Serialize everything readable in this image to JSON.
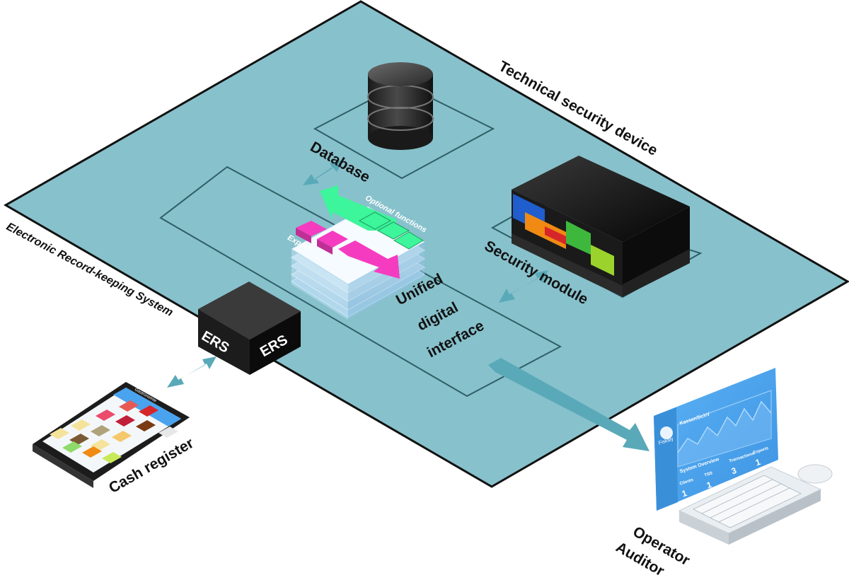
{
  "labels": {
    "technical_security_device": "Technical security device",
    "electronic_record_keeping": "Electronic Record-keeping System",
    "database": "Database",
    "security_module": "Security module",
    "unified_digital_interface": [
      "Unified",
      "digital",
      "interface"
    ],
    "optional_functions": "Optional functions",
    "export": "Export",
    "ers_front": "ERS",
    "ers_side": "ERS",
    "cash_register": "Cash register",
    "operator": "Operator",
    "auditor": "Auditor"
  },
  "monitor": {
    "brand": "Fiskaly",
    "chart_title": "KassenSichV",
    "overview_title": "System Overview",
    "stats": [
      {
        "label": "Clients",
        "value": "1"
      },
      {
        "label": "TSS",
        "value": "1"
      },
      {
        "label": "Transactions",
        "value": "3"
      },
      {
        "label": "Exports",
        "value": "1"
      }
    ]
  },
  "phone": {
    "header": "Gastronomie"
  },
  "colors": {
    "platform": "#87c1cc",
    "platform_border": "#111111",
    "arrow": "#5aa9b8",
    "arrow_green": "#3df59b",
    "arrow_pink": "#f53cc0",
    "monitor": "#4aa3ef"
  }
}
